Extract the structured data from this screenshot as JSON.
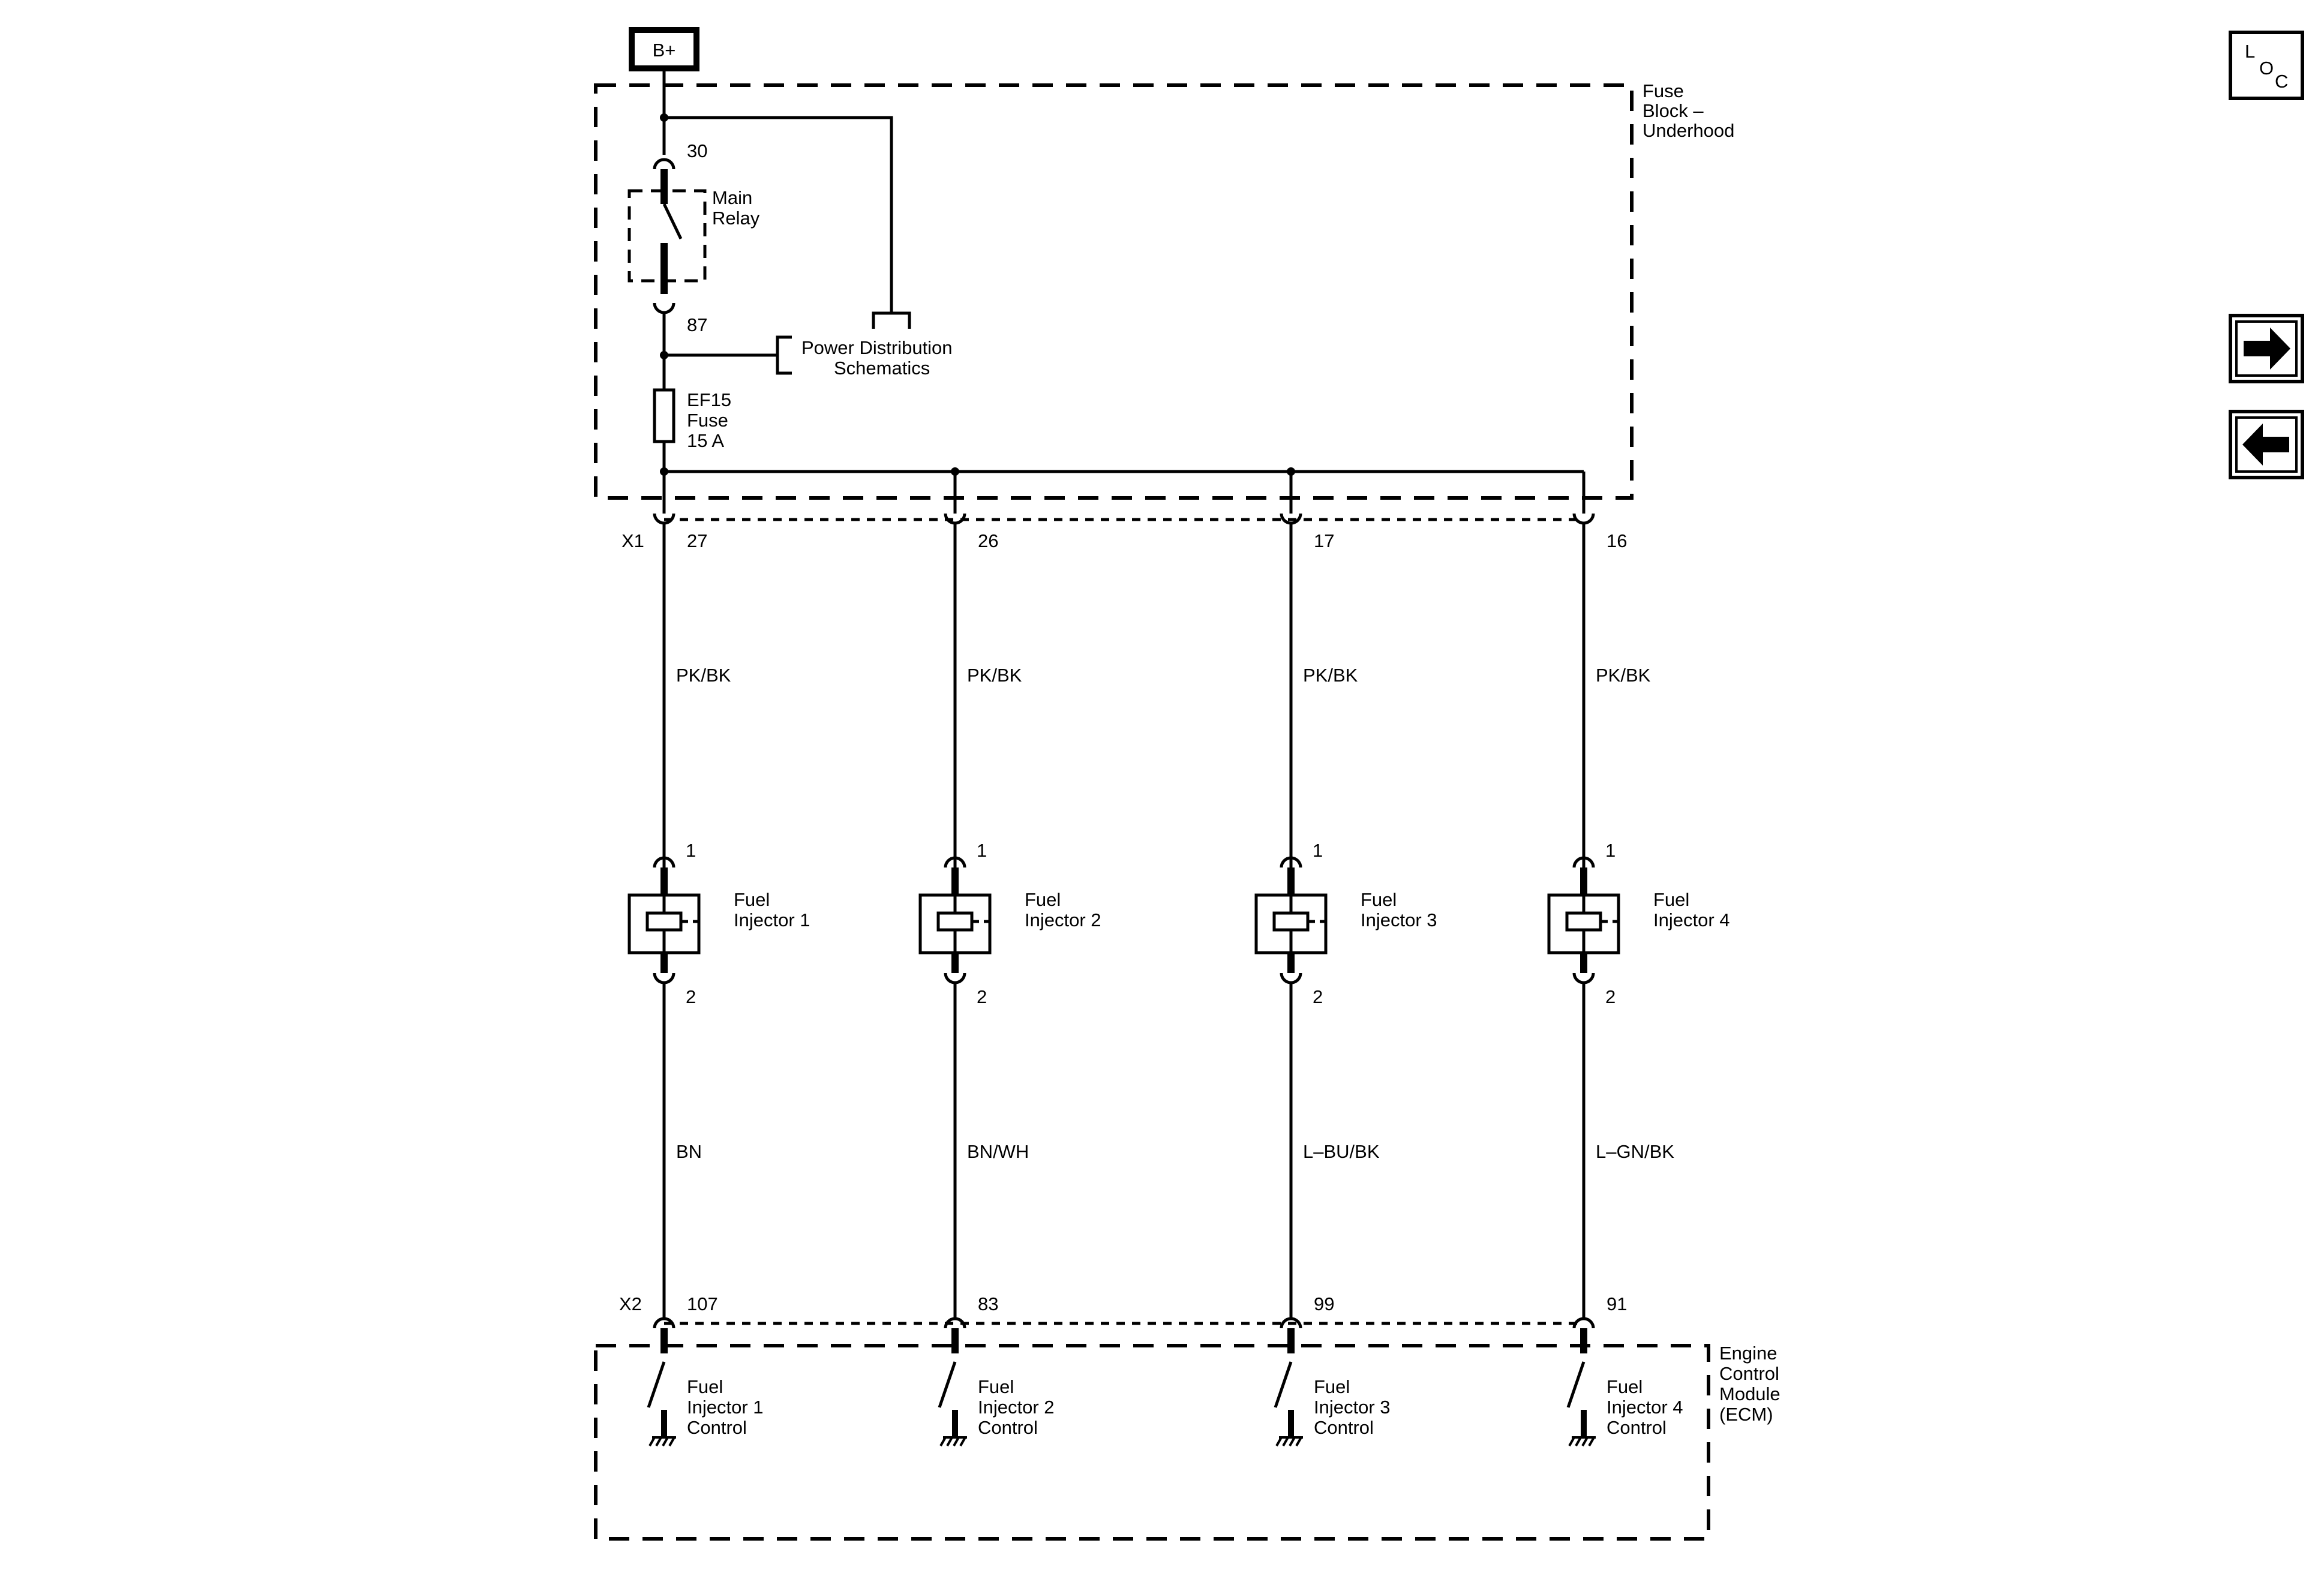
{
  "power": {
    "label": "B+"
  },
  "fuse_block": {
    "name_line1": "Fuse",
    "name_line2": "Block –",
    "name_line3": "Underhood",
    "relay_pin_in": "30",
    "relay_pin_out": "87",
    "relay_line1": "Main",
    "relay_line2": "Relay",
    "power_dist_line1": "Power Distribution",
    "power_dist_line2": "Schematics",
    "fuse_line1": "EF15",
    "fuse_line2": "Fuse",
    "fuse_line3": "15 A"
  },
  "connectors": {
    "x1": "X1",
    "x2": "X2"
  },
  "ecm": {
    "line1": "Engine",
    "line2": "Control",
    "line3": "Module",
    "line4": "(ECM)"
  },
  "injectors": [
    {
      "x1_pin": "27",
      "wire_top": "PK/BK",
      "pin1": "1",
      "pin2": "2",
      "name_line1": "Fuel",
      "name_line2": "Injector 1",
      "wire_bottom": "BN",
      "x2_pin": "107",
      "ctrl_line1": "Fuel",
      "ctrl_line2": "Injector 1",
      "ctrl_line3": "Control"
    },
    {
      "x1_pin": "26",
      "wire_top": "PK/BK",
      "pin1": "1",
      "pin2": "2",
      "name_line1": "Fuel",
      "name_line2": "Injector 2",
      "wire_bottom": "BN/WH",
      "x2_pin": "83",
      "ctrl_line1": "Fuel",
      "ctrl_line2": "Injector 2",
      "ctrl_line3": "Control"
    },
    {
      "x1_pin": "17",
      "wire_top": "PK/BK",
      "pin1": "1",
      "pin2": "2",
      "name_line1": "Fuel",
      "name_line2": "Injector 3",
      "wire_bottom": "L–BU/BK",
      "x2_pin": "99",
      "ctrl_line1": "Fuel",
      "ctrl_line2": "Injector 3",
      "ctrl_line3": "Control"
    },
    {
      "x1_pin": "16",
      "wire_top": "PK/BK",
      "pin1": "1",
      "pin2": "2",
      "name_line1": "Fuel",
      "name_line2": "Injector 4",
      "wire_bottom": "L–GN/BK",
      "x2_pin": "91",
      "ctrl_line1": "Fuel",
      "ctrl_line2": "Injector 4",
      "ctrl_line3": "Control"
    }
  ],
  "nav": {
    "loc_l": "L",
    "loc_o": "O",
    "loc_c": "C",
    "forward_icon": "arrow-right-icon",
    "back_icon": "arrow-left-icon"
  }
}
